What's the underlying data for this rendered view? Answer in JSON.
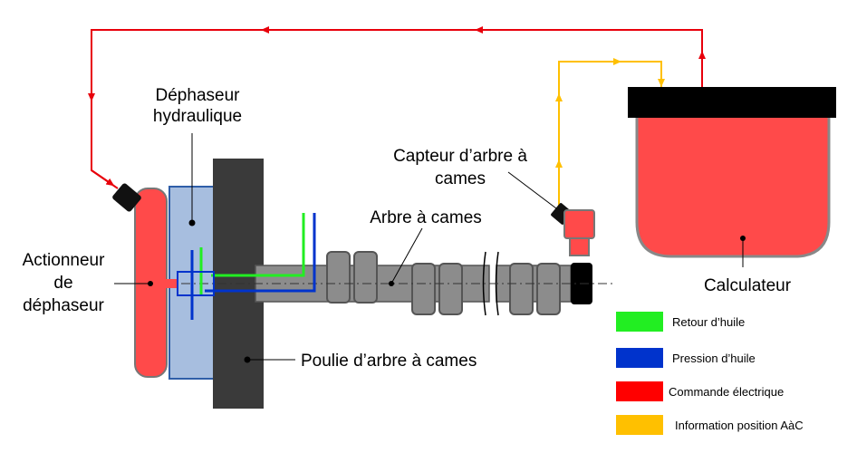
{
  "labels": {
    "dephaseur_line1": "Déphaseur",
    "dephaseur_line2": "hydraulique",
    "capteur_line1": "Capteur d’arbre à",
    "capteur_line2": "cames",
    "arbre": "Arbre à cames",
    "actionneur_line1": "Actionneur",
    "actionneur_line2": "de",
    "actionneur_line3": "déphaseur",
    "calculateur": "Calculateur",
    "poulie": "Poulie d’arbre à cames"
  },
  "legend": [
    {
      "label": "Retour d’huile",
      "color": "#22ee22"
    },
    {
      "label": "Pression d’huile",
      "color": "#0033cc"
    },
    {
      "label": "Commande électrique",
      "color": "#ff0000"
    },
    {
      "label": "Information position AàC",
      "color": "#ffc000"
    }
  ],
  "colors": {
    "electric": "#e8000b",
    "info": "#ffc000",
    "oil_return": "#22ee22",
    "oil_pressure": "#0033cc",
    "actuator": "#ff4a4a",
    "phaser": "#a7bedf",
    "pulley": "#3a3a3a",
    "shaft": "#888888"
  }
}
